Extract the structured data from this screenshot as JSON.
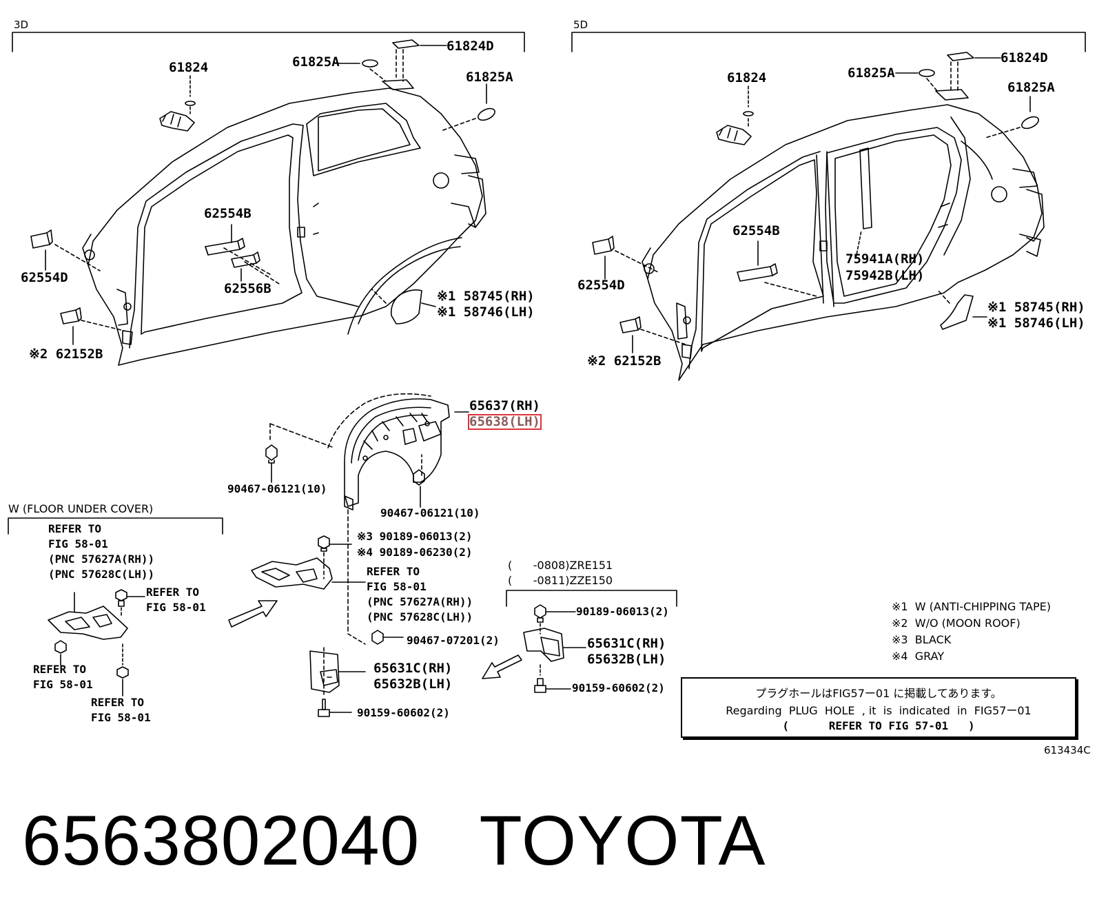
{
  "sections": {
    "three_door": "3D",
    "five_door": "5D",
    "floor_under_cover": "W (FLOOR UNDER COVER)",
    "variants": [
      "(      -0808)ZRE151",
      "(      -0811)ZZE150"
    ]
  },
  "labels_3d": {
    "l61824": "61824",
    "l61825A_top": "61825A",
    "l61824D": "61824D",
    "l61825A_right": "61825A",
    "l62554B": "62554B",
    "l62556B": "62556B",
    "l62554D": "62554D",
    "l58745": "※1 58745(RH)",
    "l58746": "※1 58746(LH)",
    "l62152B": "※2 62152B"
  },
  "labels_5d": {
    "l61824": "61824",
    "l61825A_top": "61825A",
    "l61824D": "61824D",
    "l61825A_right": "61825A",
    "l62554B": "62554B",
    "l62554D": "62554D",
    "l75941A": "75941A(RH)",
    "l75942B": "75942B(LH)",
    "l58745": "※1 58745(RH)",
    "l58746": "※1 58746(LH)",
    "l62152B": "※2 62152B"
  },
  "labels_liner": {
    "l65637": "65637(RH)",
    "l65638": "65638(LH)",
    "clip_left": "90467-06121(10)",
    "clip_right": "90467-06121(10)",
    "screw_black": "※3 90189-06013(2)",
    "screw_gray": "※4 90189-06230(2)",
    "refer_center": [
      "REFER TO",
      "FIG 58-01",
      "(PNC 57627A(RH))",
      "(PNC 57628C(LH))"
    ],
    "clip_07201": "90467-07201(2)",
    "l65631C": "65631C(RH)",
    "l65632B": "65632B(LH)",
    "bolt_60602": "90159-60602(2)"
  },
  "labels_floor": {
    "refer_top": [
      "REFER TO",
      "FIG 58-01",
      "(PNC 57627A(RH))",
      "(PNC 57628C(LH))"
    ],
    "refer_right": [
      "REFER TO",
      "FIG 58-01"
    ],
    "refer_bottom_left": [
      "REFER TO",
      "FIG 58-01"
    ],
    "refer_bottom": [
      "REFER TO",
      "FIG 58-01"
    ]
  },
  "labels_variant": {
    "screw_06013": "90189-06013(2)",
    "l65631C": "65631C(RH)",
    "l65632B": "65632B(LH)",
    "bolt_60602": "90159-60602(2)"
  },
  "legend": [
    "※1  W (ANTI-CHIPPING TAPE)",
    "※2  W/O (MOON ROOF)",
    "※3  BLACK",
    "※4  GRAY"
  ],
  "plug_note": {
    "jp": "プラグホールはFIG57ー01 に掲載してあります。",
    "en": "Regarding  PLUG  HOLE  , it  is  indicated  in  FIG57ー01",
    "ref": "(      REFER TO FIG 57-01   )"
  },
  "figure_id": "613434C",
  "part_number": "6563802040",
  "brand": "TOYOTA",
  "highlight_color": "#e0303a"
}
